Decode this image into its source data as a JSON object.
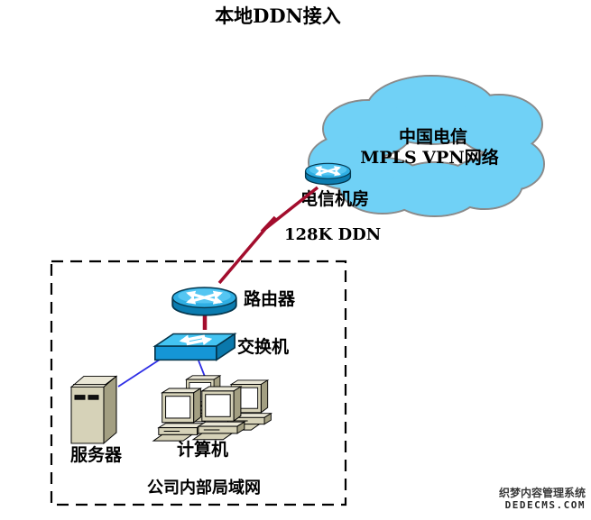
{
  "title": "本地DDN接入",
  "cloud": {
    "line1": "中国电信",
    "line2": "MPLS VPN网络",
    "fill": "#70D1F6"
  },
  "labels": {
    "telecom_room": "电信机房",
    "ddn_link": "128K DDN",
    "router": "路由器",
    "switch": "交换机",
    "server": "服务器",
    "computers": "计算机",
    "lan": "公司内部局域网"
  },
  "colors": {
    "wan_link": "#A30D2D",
    "lan_link": "#2E2EE6",
    "cloud_fill": "#70D1F6",
    "cloud_border": "#8A8A8A",
    "device_top_blue": "#2FAFE4",
    "device_side_blue": "#0B7CB0",
    "switch_top_blue": "#44C4F2",
    "hardware_beige": "#D6D2B8"
  },
  "watermark": {
    "line1": "织梦内容管理系统",
    "line2": "DEDECMS.COM"
  }
}
